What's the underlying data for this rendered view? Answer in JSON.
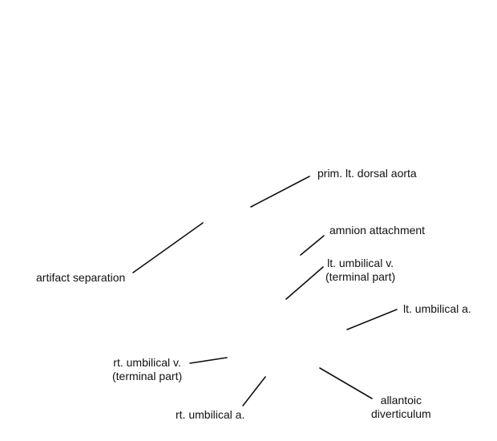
{
  "labels": {
    "prim_lt_dorsal_aorta": "prim. lt. dorsal aorta",
    "amnion_attachment": "amnion attachment",
    "lt_umbilical_v": {
      "line1": "lt. umbilical v.",
      "line2": "(terminal part)"
    },
    "artifact_separation": "artifact separation",
    "lt_umbilical_a": "lt. umbilical a.",
    "rt_umbilical_v": {
      "line1": "rt. umbilical v.",
      "line2": "(terminal part)"
    },
    "allantoic_diverticulum": {
      "line1": "allantoic",
      "line2": "diverticulum"
    },
    "rt_umbilical_a": "rt. umbilical a."
  },
  "colors": {
    "background": "#ffffff",
    "ink": "#111111"
  }
}
